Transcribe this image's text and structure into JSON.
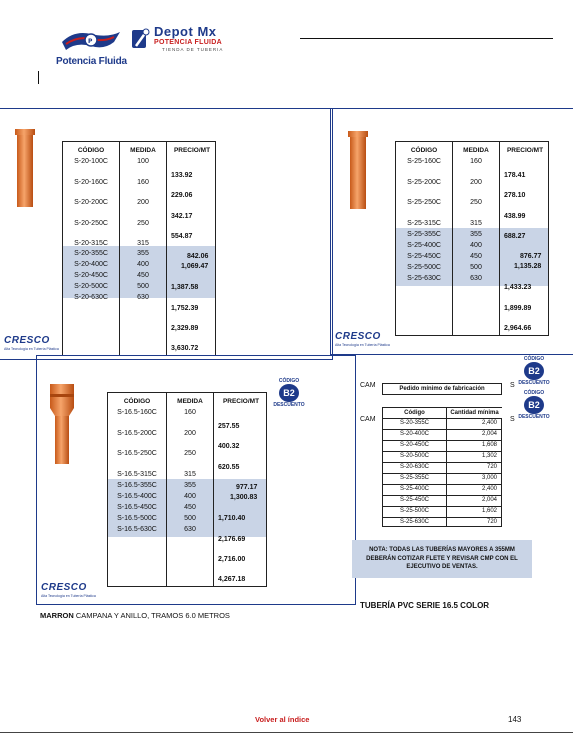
{
  "header": {
    "brand1": "Potencia Fluida",
    "brand2_name": "Depot Mx",
    "brand2_sub": "POTENCIA FLUIDA",
    "brand2_sub2": "TIENDA DE TUBERIA"
  },
  "cresco": {
    "name": "CRESCO",
    "tagline": "Alta Tecnología en Tubería Plástica"
  },
  "badge": {
    "top": "CÓDIGO",
    "mid": "B2",
    "bottom": "DESCUENTO"
  },
  "table1": {
    "headers": [
      "CÓDIGO",
      "MEDIDA",
      "PRECIO/MT"
    ],
    "codes": [
      "S-20-100C",
      "S-20-160C",
      "S-20-200C",
      "S-20-250C",
      "S-20-315C",
      "S-20-355C",
      "S-20-400C",
      "S-20-450C",
      "S-20-500C",
      "S-20-630C"
    ],
    "sizes": [
      "100",
      "160",
      "200",
      "250",
      "315",
      "355",
      "400",
      "450",
      "500",
      "630"
    ],
    "prices": [
      "133.92",
      "229.06",
      "342.17",
      "554.87",
      "842.06",
      "1,069.47",
      "1,387.58",
      "1,752.39",
      "2,329.89",
      "3,630.72"
    ]
  },
  "table2": {
    "headers": [
      "CÓDIGO",
      "MEDIDA",
      "PRECIO/MT"
    ],
    "codes": [
      "S-25-160C",
      "S-25-200C",
      "S-25-250C",
      "S-25-315C",
      "S-25-355C",
      "S-25-400C",
      "S-25-450C",
      "S-25-500C",
      "S-25-630C"
    ],
    "sizes": [
      "160",
      "200",
      "250",
      "315",
      "355",
      "400",
      "450",
      "500",
      "630"
    ],
    "prices": [
      "178.41",
      "278.10",
      "438.99",
      "688.27",
      "876.77",
      "1,135.28",
      "1,433.23",
      "1,899.89",
      "2,964.66"
    ]
  },
  "table3": {
    "headers": [
      "CÓDIGO",
      "MEDIDA",
      "PRECIO/MT"
    ],
    "codes": [
      "S-16.5-160C",
      "S-16.5-200C",
      "S-16.5-250C",
      "S-16.5-315C",
      "S-16.5-355C",
      "S-16.5-400C",
      "S-16.5-450C",
      "S-16.5-500C",
      "S-16.5-630C"
    ],
    "sizes": [
      "160",
      "200",
      "250",
      "315",
      "355",
      "400",
      "450",
      "500",
      "630"
    ],
    "prices": [
      "257.55",
      "400.32",
      "620.55",
      "977.17",
      "1,300.83",
      "1,710.40",
      "2,176.69",
      "2,716.00",
      "4,267.18"
    ]
  },
  "minimum": {
    "cam1": "CAM",
    "cam2": "CAM",
    "s1": "S",
    "s2": "S",
    "title": "Pedido mínimo de fabricación",
    "headers": [
      "Código",
      "Cantidad mínima"
    ],
    "rows": [
      [
        "S-20-355C",
        "2,400"
      ],
      [
        "S-20-400C",
        "2,004"
      ],
      [
        "S-20-450C",
        "1,608"
      ],
      [
        "S-20-500C",
        "1,302"
      ],
      [
        "S-20-630C",
        "720"
      ],
      [
        "S-25-355C",
        "3,000"
      ],
      [
        "S-25-400C",
        "2,400"
      ],
      [
        "S-25-450C",
        "2,004"
      ],
      [
        "S-25-500C",
        "1,602"
      ],
      [
        "S-25-630C",
        "720"
      ]
    ]
  },
  "note": {
    "line1": "NOTA: TODAS LAS TUBERÍAS MAYORES A 355MM",
    "line2": "DEBERÁN COTIZAR FLETE Y REVISAR CMP CON EL",
    "line3": "EJECUTIVO DE VENTAS."
  },
  "series_title": "TUBERÍA PVC SERIE 16.5 COLOR",
  "footer": {
    "marron_bold": "MARRON",
    "marron_rest": " CAMPANA Y ANILLO, TRAMOS 6.0 METROS",
    "volver": "Volver al índice",
    "page": "143"
  }
}
